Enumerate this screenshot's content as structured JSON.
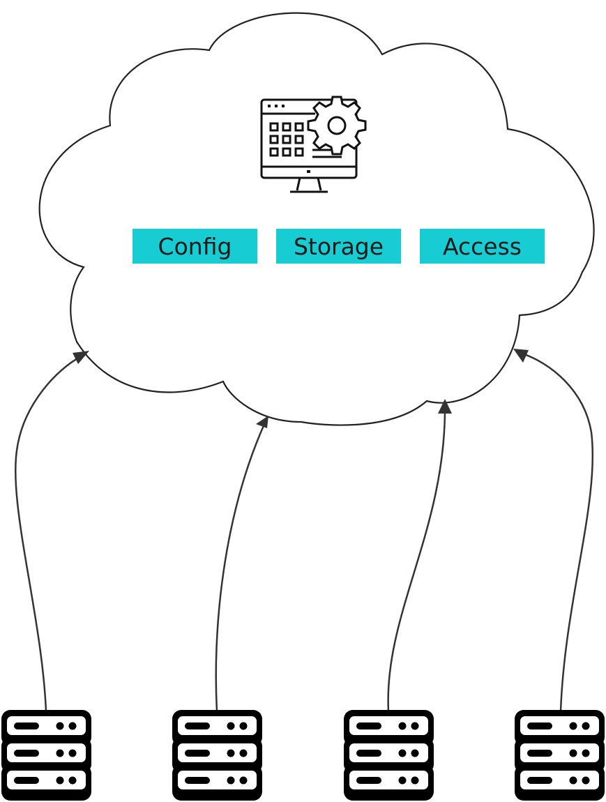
{
  "cloud": {
    "icon": "monitor-settings-icon",
    "labels": [
      {
        "text": "Config"
      },
      {
        "text": "Storage"
      },
      {
        "text": "Access"
      }
    ],
    "label_color": "#17ccd3"
  },
  "servers": [
    {
      "icon": "server-rack-icon"
    },
    {
      "icon": "server-rack-icon"
    },
    {
      "icon": "server-rack-icon"
    },
    {
      "icon": "server-rack-icon"
    }
  ],
  "colors": {
    "stroke": "#222222",
    "arrow": "#333333",
    "accent": "#17ccd3"
  }
}
